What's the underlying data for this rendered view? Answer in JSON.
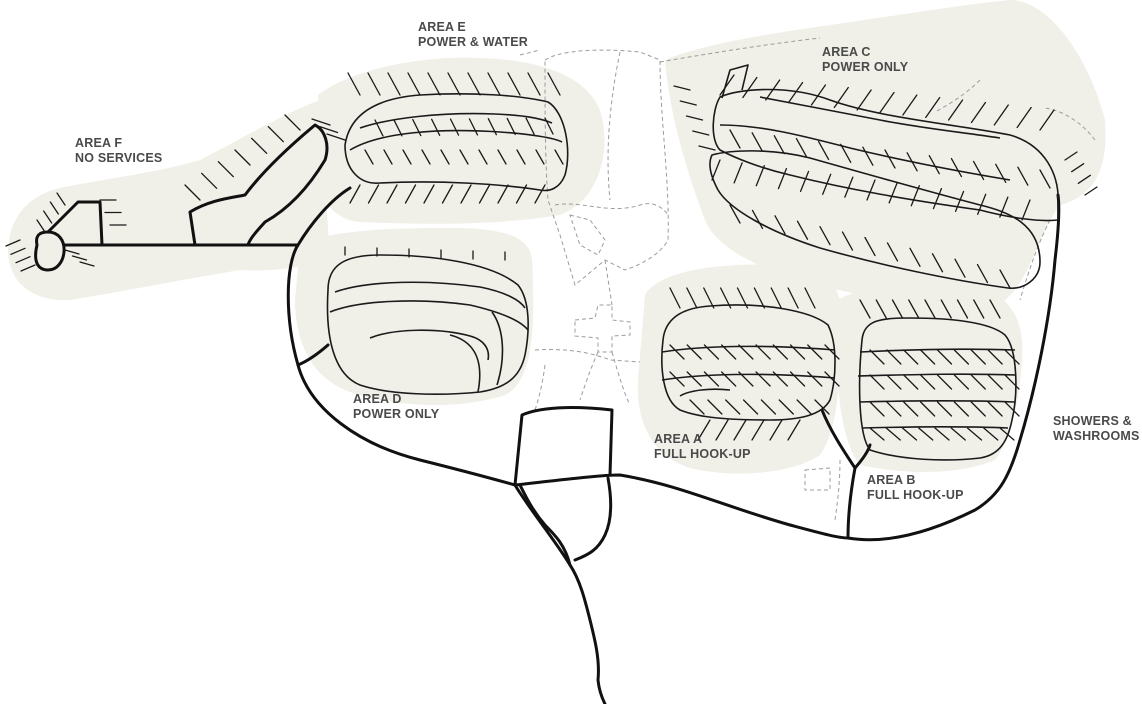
{
  "map": {
    "areas": [
      {
        "id": "area-f",
        "name": "AREA F",
        "service": "NO SERVICES"
      },
      {
        "id": "area-e",
        "name": "AREA E",
        "service": "POWER & WATER"
      },
      {
        "id": "area-c",
        "name": "AREA C",
        "service": "POWER ONLY"
      },
      {
        "id": "area-d",
        "name": "AREA D",
        "service": "POWER ONLY"
      },
      {
        "id": "area-a",
        "name": "AREA A",
        "service": "FULL HOOK-UP"
      },
      {
        "id": "area-b",
        "name": "AREA B",
        "service": "FULL HOOK-UP"
      }
    ],
    "facility": {
      "line1": "SHOWERS &",
      "line2": "WASHROOMS"
    },
    "colors": {
      "zone_fill": "#f0efe8",
      "road": "#111111",
      "label": "#4a4a4a",
      "trail": "#9c9c9c"
    }
  }
}
